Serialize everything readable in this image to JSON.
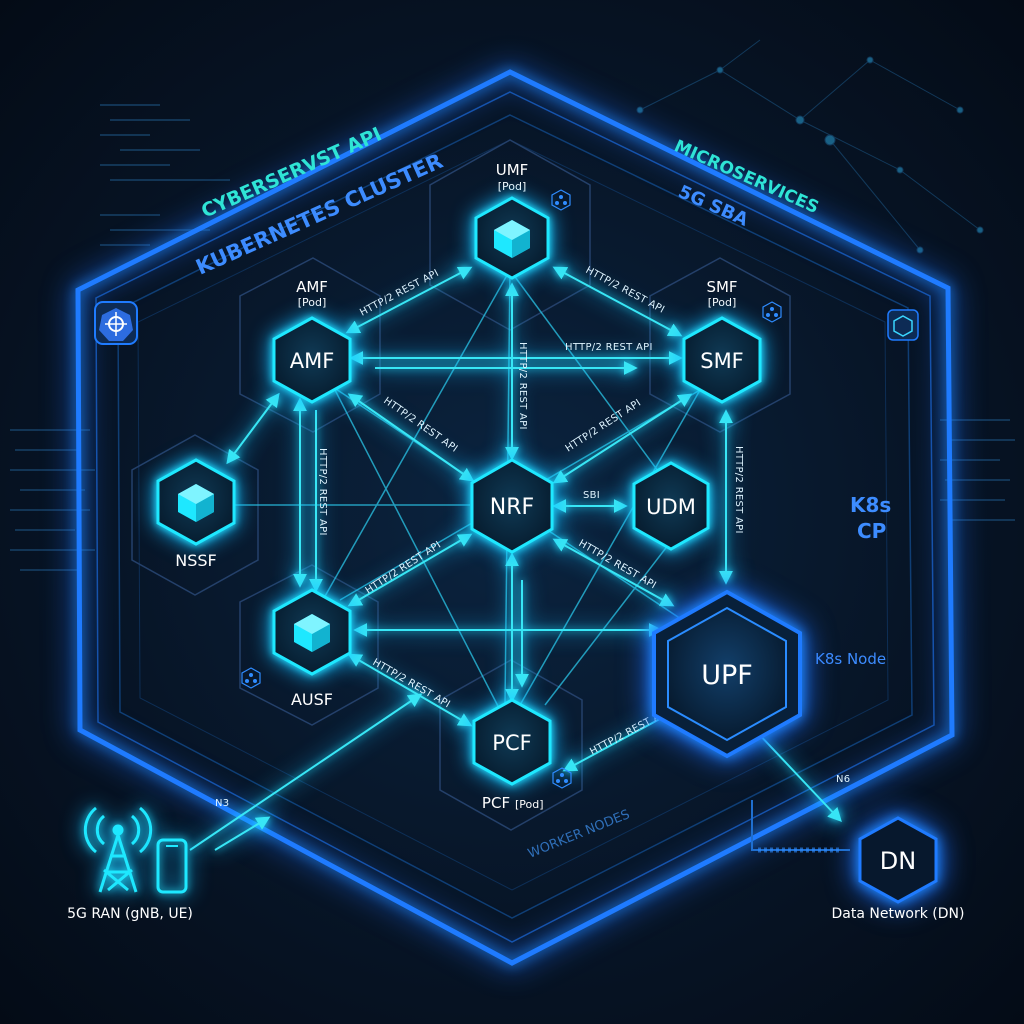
{
  "headings": {
    "cyberservst_api": "CYBERSERVST API",
    "kubernetes_cluster": "KUBERNETES CLUSTER",
    "microservices": "MICROSERVICES",
    "sba_5g": "5G SBA",
    "worker_nodes": "WORKER NODES",
    "k8s_cp_line1": "K8s",
    "k8s_cp_line2": "CP",
    "k8s_node": "K8s Node"
  },
  "nodes": {
    "umf": {
      "label": "UMF",
      "sub": "[Pod]"
    },
    "amf": {
      "label": "AMF",
      "title": "AMF",
      "sub": "[Pod]"
    },
    "smf": {
      "label": "SMF",
      "title": "SMF",
      "sub": "[Pod]"
    },
    "nssf": {
      "label": "NSSF"
    },
    "nrf": {
      "label": "NRF"
    },
    "udm": {
      "label": "UDM"
    },
    "ausf": {
      "label": "AUSF"
    },
    "pcf": {
      "label": "PCF",
      "title": "PCF",
      "sub": "[Pod]"
    },
    "upf": {
      "label": "UPF"
    },
    "dn": {
      "label": "DN"
    }
  },
  "links": {
    "http2": "HTTP/2 REST API",
    "sbi": "SBI",
    "n3": "N3",
    "n6": "N6"
  },
  "external": {
    "ran_label": "5G RAN (gNB, UE)",
    "dn_label": "Data Network (DN)"
  },
  "colors": {
    "outer_border": "#1f7bff",
    "node_cyan": "#1ee8ff",
    "arrow": "#38e6f5",
    "background": "#071527"
  },
  "icons": [
    "kubernetes-helm-icon",
    "cube-icon",
    "pod-network-icon",
    "cell-tower-icon",
    "smartphone-icon"
  ]
}
